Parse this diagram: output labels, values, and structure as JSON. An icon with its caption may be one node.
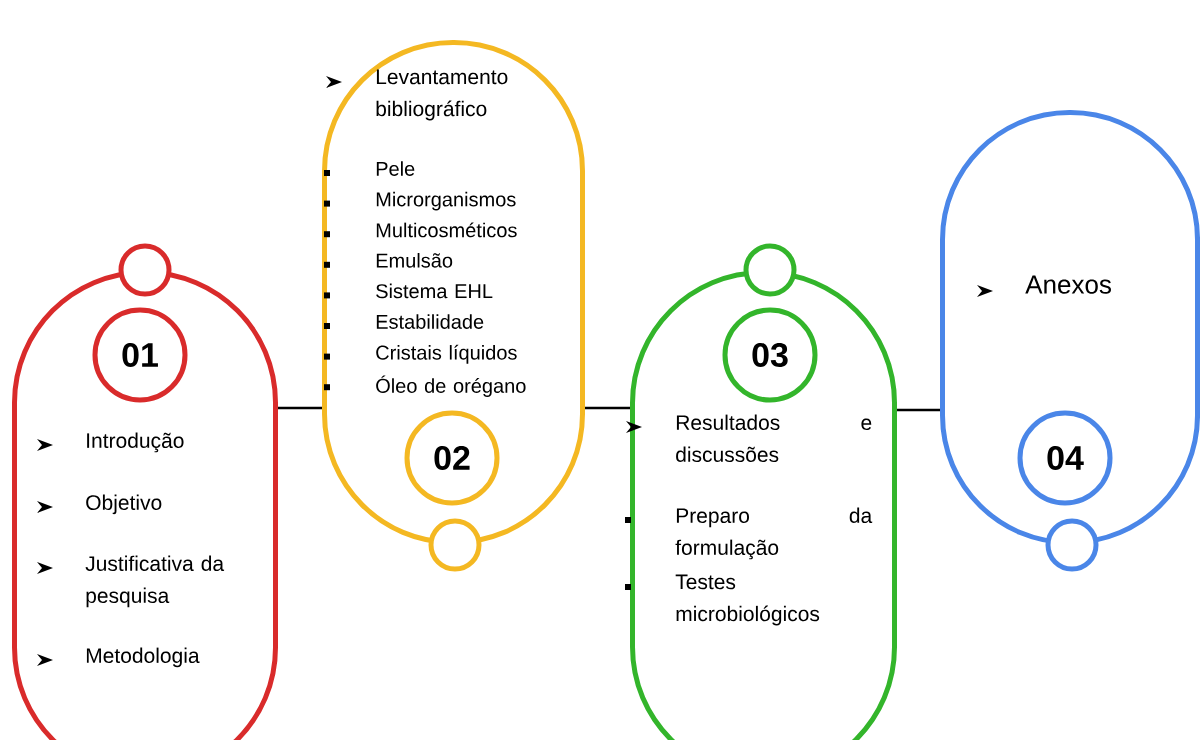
{
  "diagram": {
    "nodes": [
      {
        "text": [
          "Introdução",
          "Objetivo",
          "Justificativa da pesquisa",
          "Metodologia"
        ]
      },
      {
        "text": [],
        "shape": "circle"
      },
      {
        "text": [
          "01"
        ],
        "in": 0
      },
      {
        "text": [
          "Levantamento bibliográfico",
          "Pele",
          "Microrganismos",
          "Multicosméticos",
          "Emulsão",
          "Sistema EHL",
          "Estabilidade",
          "Cristais líquidos",
          "Óleo de orégano"
        ]
      },
      {
        "text": [
          "02"
        ],
        "in": 3
      },
      {
        "text": [],
        "shape": "circle"
      },
      {
        "text": [
          "Resultados e discussões",
          "Preparo da formulação",
          "Testes microbiológicos"
        ]
      },
      {
        "text": [],
        "shape": "circle"
      },
      {
        "text": [
          "03"
        ],
        "in": 6
      },
      {
        "text": [
          "Anexos"
        ]
      },
      {
        "text": [
          "04"
        ],
        "in": 9
      },
      {
        "text": [],
        "shape": "circle"
      }
    ],
    "edges": [
      {
        "from": 0,
        "to": 3,
        "arrow": "none"
      },
      {
        "from": 3,
        "to": 6,
        "arrow": "none"
      },
      {
        "from": 6,
        "to": 9,
        "arrow": "none"
      }
    ]
  }
}
